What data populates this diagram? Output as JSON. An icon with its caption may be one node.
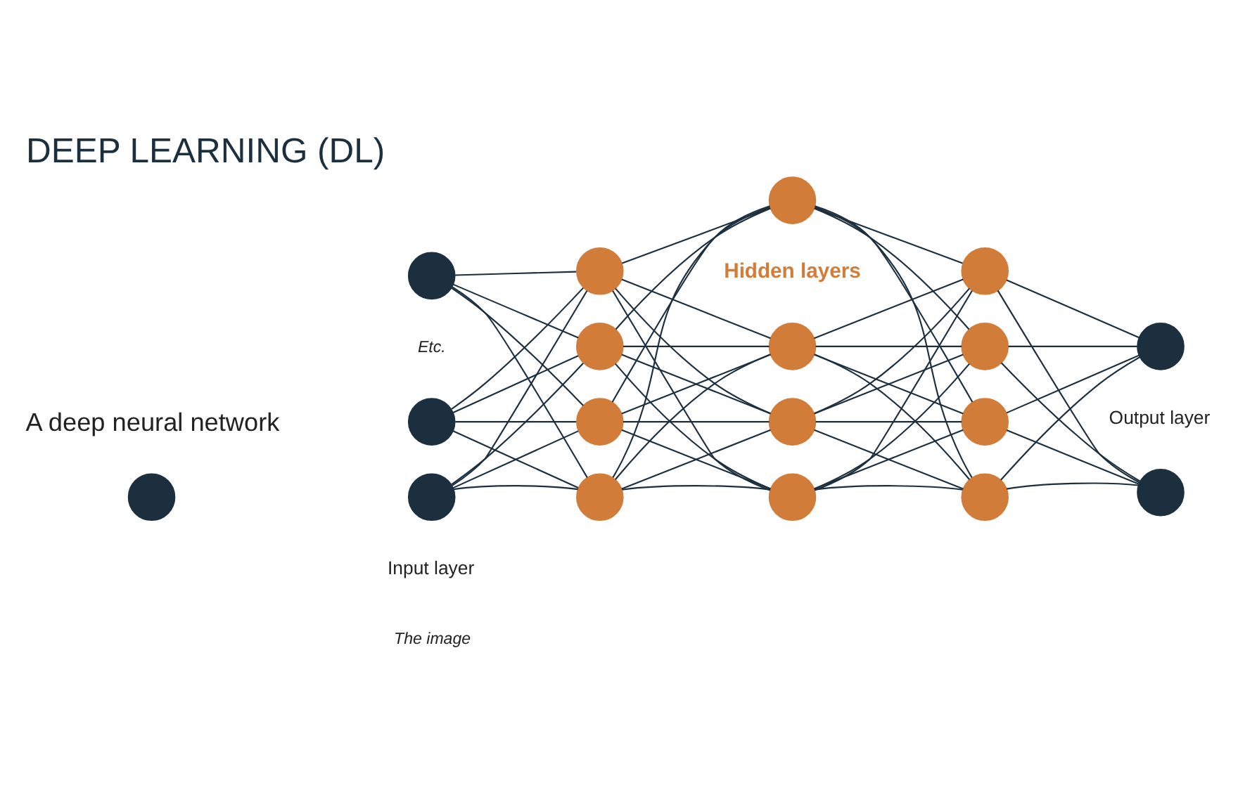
{
  "diagram": {
    "title": "DEEP LEARNING (DL)",
    "nodes": [
      {
        "text": [],
        "shape": "circle"
      },
      {
        "text": [],
        "shape": "circle"
      },
      {
        "text": [],
        "shape": "circle"
      },
      {
        "text": [],
        "shape": "circle"
      },
      {
        "text": [],
        "shape": "circle"
      },
      {
        "text": [],
        "shape": "circle"
      },
      {
        "text": [],
        "shape": "circle"
      },
      {
        "text": [],
        "shape": "circle"
      },
      {
        "text": [],
        "shape": "circle"
      },
      {
        "text": [],
        "shape": "circle"
      },
      {
        "text": [],
        "shape": "circle"
      },
      {
        "text": [],
        "shape": "circle"
      },
      {
        "text": [],
        "shape": "circle"
      },
      {
        "text": [],
        "shape": "circle"
      },
      {
        "text": [],
        "shape": "circle"
      },
      {
        "text": [],
        "shape": "circle"
      },
      {
        "text": [],
        "shape": "circle"
      },
      {
        "text": [],
        "shape": "circle"
      }
    ],
    "edges": [
      {
        "from": 1,
        "to": 4,
        "arrow": "none"
      },
      {
        "from": 1,
        "to": 5,
        "arrow": "none"
      },
      {
        "from": 1,
        "to": 6,
        "arrow": "none"
      },
      {
        "from": 1,
        "to": 7,
        "arrow": "none"
      },
      {
        "from": 2,
        "to": 4,
        "arrow": "none"
      },
      {
        "from": 2,
        "to": 5,
        "arrow": "none"
      },
      {
        "from": 2,
        "to": 6,
        "arrow": "none"
      },
      {
        "from": 2,
        "to": 7,
        "arrow": "none"
      },
      {
        "from": 3,
        "to": 4,
        "arrow": "none"
      },
      {
        "from": 3,
        "to": 5,
        "arrow": "none"
      },
      {
        "from": 3,
        "to": 6,
        "arrow": "none"
      },
      {
        "from": 3,
        "to": 7,
        "arrow": "none"
      },
      {
        "from": 4,
        "to": 8,
        "arrow": "none"
      },
      {
        "from": 4,
        "to": 9,
        "arrow": "none"
      },
      {
        "from": 4,
        "to": 10,
        "arrow": "none"
      },
      {
        "from": 4,
        "to": 11,
        "arrow": "none"
      },
      {
        "from": 5,
        "to": 8,
        "arrow": "none"
      },
      {
        "from": 5,
        "to": 9,
        "arrow": "none"
      },
      {
        "from": 5,
        "to": 10,
        "arrow": "none"
      },
      {
        "from": 5,
        "to": 11,
        "arrow": "none"
      },
      {
        "from": 6,
        "to": 8,
        "arrow": "none"
      },
      {
        "from": 6,
        "to": 9,
        "arrow": "none"
      },
      {
        "from": 6,
        "to": 10,
        "arrow": "none"
      },
      {
        "from": 6,
        "to": 11,
        "arrow": "none"
      },
      {
        "from": 7,
        "to": 8,
        "arrow": "none"
      },
      {
        "from": 7,
        "to": 9,
        "arrow": "none"
      },
      {
        "from": 7,
        "to": 10,
        "arrow": "none"
      },
      {
        "from": 7,
        "to": 11,
        "arrow": "none"
      },
      {
        "from": 8,
        "to": 12,
        "arrow": "none"
      },
      {
        "from": 8,
        "to": 13,
        "arrow": "none"
      },
      {
        "from": 8,
        "to": 14,
        "arrow": "none"
      },
      {
        "from": 8,
        "to": 15,
        "arrow": "none"
      },
      {
        "from": 9,
        "to": 12,
        "arrow": "none"
      },
      {
        "from": 9,
        "to": 13,
        "arrow": "none"
      },
      {
        "from": 9,
        "to": 14,
        "arrow": "none"
      },
      {
        "from": 9,
        "to": 15,
        "arrow": "none"
      },
      {
        "from": 10,
        "to": 12,
        "arrow": "none"
      },
      {
        "from": 10,
        "to": 13,
        "arrow": "none"
      },
      {
        "from": 10,
        "to": 14,
        "arrow": "none"
      },
      {
        "from": 10,
        "to": 15,
        "arrow": "none"
      },
      {
        "from": 11,
        "to": 12,
        "arrow": "none"
      },
      {
        "from": 11,
        "to": 13,
        "arrow": "none"
      },
      {
        "from": 11,
        "to": 14,
        "arrow": "none"
      },
      {
        "from": 11,
        "to": 15,
        "arrow": "none"
      },
      {
        "from": 12,
        "to": 16,
        "arrow": "none"
      },
      {
        "from": 12,
        "to": 17,
        "arrow": "none"
      },
      {
        "from": 13,
        "to": 16,
        "arrow": "none"
      },
      {
        "from": 13,
        "to": 17,
        "arrow": "none"
      },
      {
        "from": 14,
        "to": 16,
        "arrow": "none"
      },
      {
        "from": 14,
        "to": 17,
        "arrow": "none"
      },
      {
        "from": 15,
        "to": 16,
        "arrow": "none"
      },
      {
        "from": 15,
        "to": 17,
        "arrow": "none"
      }
    ],
    "labels": [
      "A deep neural network",
      "Etc.",
      "Input layer",
      "The image",
      "Hidden layers",
      "Output layer"
    ]
  }
}
